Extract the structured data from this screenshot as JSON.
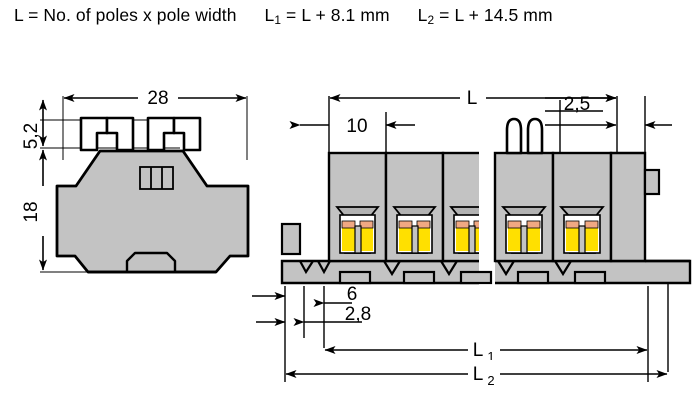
{
  "document": {
    "type": "technical-drawing",
    "subject": "DIN-rail terminal block - side view and front view with dimensions",
    "units": "mm"
  },
  "header": {
    "note_part1": "L = No. of poles x pole width",
    "note_part2_label": "L",
    "note_part2_sub": "1",
    "note_part2_value": " = L + 8.1 mm",
    "note_part3_label": "L",
    "note_part3_sub": "2",
    "note_part3_value": " = L + 14.5 mm"
  },
  "left_view": {
    "name": "side-section-view",
    "dimensions": {
      "width_top": "28",
      "height_upper": "5,2",
      "height_body": "18"
    }
  },
  "right_view": {
    "name": "front-elevation-view",
    "dimensions": {
      "overall_L": "L",
      "pole_pitch": "10",
      "end_gap": "2,5",
      "foot_a": "6",
      "foot_b": "2,8",
      "total_L1_label": "L",
      "total_L1_sub": "1",
      "total_L2_label": "L",
      "total_L2_sub": "2"
    },
    "pole_count_visible": 5
  },
  "colors": {
    "body_gray": "#c3c3c3",
    "body_gray_dark": "#b2b2b2",
    "clamp_yellow": "#ffe000",
    "clamp_orange": "#f0a882",
    "outline": "#000000",
    "background": "#ffffff"
  }
}
